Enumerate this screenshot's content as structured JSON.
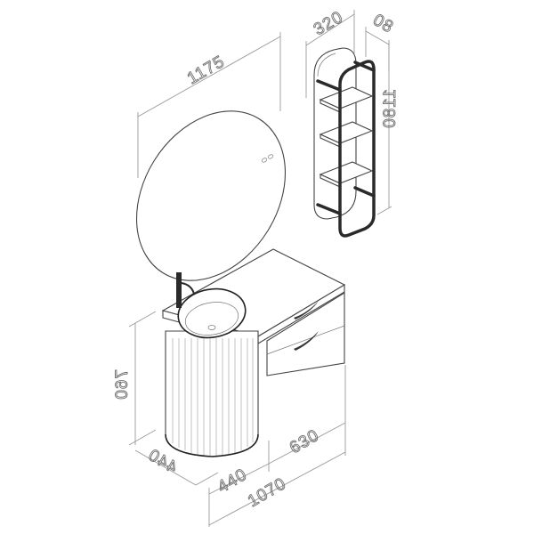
{
  "drawing": {
    "type": "isometric furniture dimension drawing",
    "units": "mm",
    "components": {
      "mirror": {
        "name": "oval mirror",
        "width_label": "1175",
        "touch_buttons": 2
      },
      "shelf": {
        "name": "wall shelf unit",
        "width_label": "320",
        "depth_label": "80",
        "height_label": "1180",
        "shelves": 3
      },
      "vanity": {
        "name": "vanity with fluted round basin cabinet and drawer unit",
        "height_label": "760",
        "depth_label": "440",
        "basin_width_label": "440",
        "drawer_width_label": "630",
        "total_width_label": "1070",
        "drawers": 2
      }
    },
    "colors": {
      "line": "#444444",
      "dimension": "#9a9a9a",
      "frame": "#2a2a2a",
      "background": "#ffffff"
    }
  }
}
